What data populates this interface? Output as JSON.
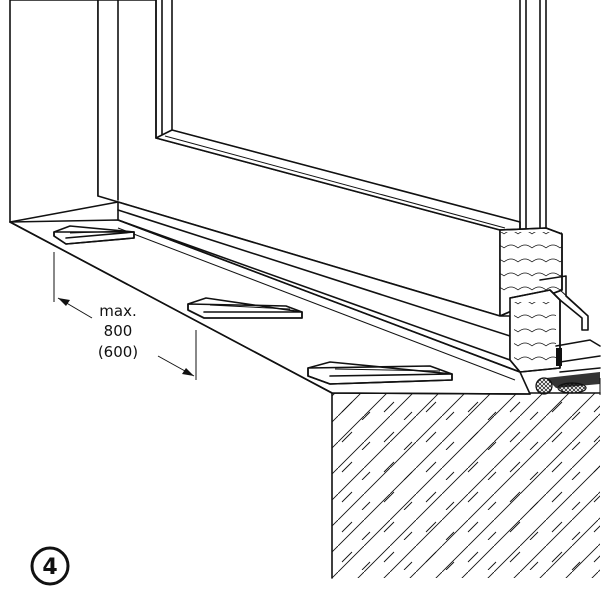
{
  "dimension": {
    "line1": "max.",
    "line2": "800",
    "line3": "(600)"
  },
  "step_number": "4",
  "colors": {
    "stroke": "#111111",
    "background": "#ffffff"
  }
}
